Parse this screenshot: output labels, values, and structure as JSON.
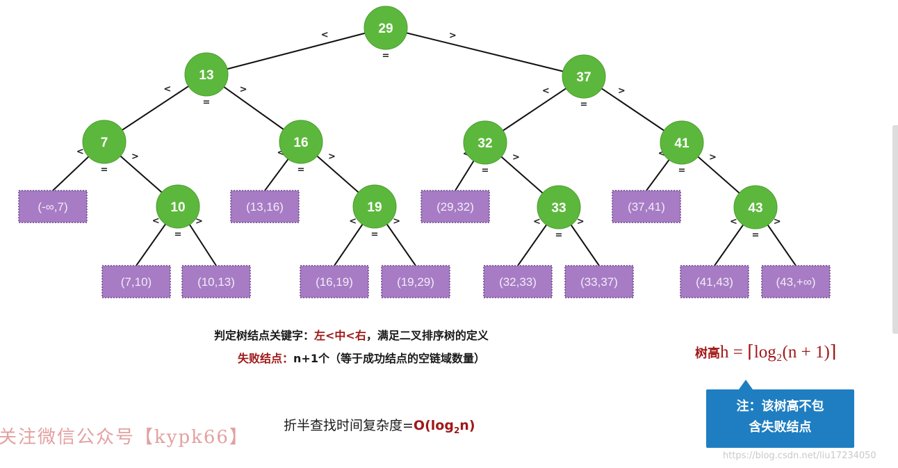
{
  "tree": {
    "internal_nodes": [
      {
        "id": "n29",
        "label": "29"
      },
      {
        "id": "n13",
        "label": "13"
      },
      {
        "id": "n37",
        "label": "37"
      },
      {
        "id": "n7",
        "label": "7"
      },
      {
        "id": "n16",
        "label": "16"
      },
      {
        "id": "n32",
        "label": "32"
      },
      {
        "id": "n41",
        "label": "41"
      },
      {
        "id": "n10",
        "label": "10"
      },
      {
        "id": "n19",
        "label": "19"
      },
      {
        "id": "n33",
        "label": "33"
      },
      {
        "id": "n43",
        "label": "43"
      }
    ],
    "failure_nodes": [
      {
        "id": "f_m7",
        "label": "(-∞,7)"
      },
      {
        "id": "f_7_10",
        "label": "(7,10)"
      },
      {
        "id": "f_10_13",
        "label": "(10,13)"
      },
      {
        "id": "f_13_16",
        "label": "(13,16)"
      },
      {
        "id": "f_16_19",
        "label": "(16,19)"
      },
      {
        "id": "f_19_29",
        "label": "(19,29)"
      },
      {
        "id": "f_29_32",
        "label": "(29,32)"
      },
      {
        "id": "f_32_33",
        "label": "(32,33)"
      },
      {
        "id": "f_33_37",
        "label": "(33,37)"
      },
      {
        "id": "f_37_41",
        "label": "(37,41)"
      },
      {
        "id": "f_41_43",
        "label": "(41,43)"
      },
      {
        "id": "f_43_p",
        "label": "(43,+∞)"
      }
    ],
    "edges": [
      {
        "from": "n29",
        "to": "n13",
        "op": "<"
      },
      {
        "from": "n29",
        "to": "n37",
        "op": ">"
      },
      {
        "from": "n13",
        "to": "n7",
        "op": "<"
      },
      {
        "from": "n13",
        "to": "n16",
        "op": ">"
      },
      {
        "from": "n37",
        "to": "n32",
        "op": "<"
      },
      {
        "from": "n37",
        "to": "n41",
        "op": ">"
      },
      {
        "from": "n7",
        "to": "f_m7",
        "op": "<"
      },
      {
        "from": "n7",
        "to": "n10",
        "op": ">"
      },
      {
        "from": "n16",
        "to": "f_13_16",
        "op": "<"
      },
      {
        "from": "n16",
        "to": "n19",
        "op": ">"
      },
      {
        "from": "n32",
        "to": "f_29_32",
        "op": "<"
      },
      {
        "from": "n32",
        "to": "n33",
        "op": ">"
      },
      {
        "from": "n41",
        "to": "f_37_41",
        "op": "<"
      },
      {
        "from": "n41",
        "to": "n43",
        "op": ">"
      },
      {
        "from": "n10",
        "to": "f_7_10",
        "op": "<"
      },
      {
        "from": "n10",
        "to": "f_10_13",
        "op": ">"
      },
      {
        "from": "n19",
        "to": "f_16_19",
        "op": "<"
      },
      {
        "from": "n19",
        "to": "f_19_29",
        "op": ">"
      },
      {
        "from": "n33",
        "to": "f_32_33",
        "op": "<"
      },
      {
        "from": "n33",
        "to": "f_33_37",
        "op": ">"
      },
      {
        "from": "n43",
        "to": "f_41_43",
        "op": "<"
      },
      {
        "from": "n43",
        "to": "f_43_p",
        "op": ">"
      }
    ],
    "equal_symbol": "=",
    "node_color": "#5cb83c",
    "failure_node_color": "#a77cc4"
  },
  "captions": {
    "line1_prefix": "判定树结点关键字：",
    "line1_highlight": "左<中<右",
    "line1_suffix": "，满足二叉排序树的定义",
    "line2_highlight": "失败结点：",
    "line2_rest": "n+1个（等于成功结点的空链域数量）"
  },
  "height": {
    "label": "树高",
    "formula": "h = ⌈log₂(n + 1)⌉"
  },
  "note": {
    "line1": "注：该树高不包",
    "line2": "含失败结点"
  },
  "complexity": {
    "label": "折半查找时间复杂度=",
    "expr_prefix": "O(log",
    "expr_sub": "2",
    "expr_suffix": "n)"
  },
  "watermarks": {
    "left": "关注微信公众号【kypk66】",
    "right": "https://blog.csdn.net/liu17234050"
  }
}
